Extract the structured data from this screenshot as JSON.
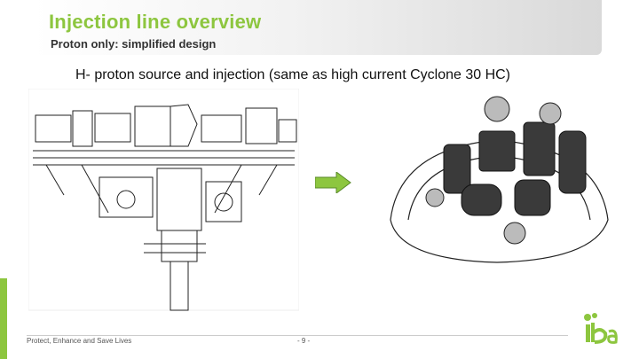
{
  "slide": {
    "title": "Injection line overview",
    "subtitle": "Proton only: simplified design",
    "heading": "H- proton source and injection (same as high current Cyclone 30 HC)",
    "footer": "Protect, Enhance and Save Lives",
    "page_number": "- 9 -"
  },
  "colors": {
    "accent": "#8dc63f",
    "arrow": "#8dc63f"
  },
  "icons": {
    "arrow": "right-arrow-icon",
    "logo": "iba-logo-icon"
  }
}
